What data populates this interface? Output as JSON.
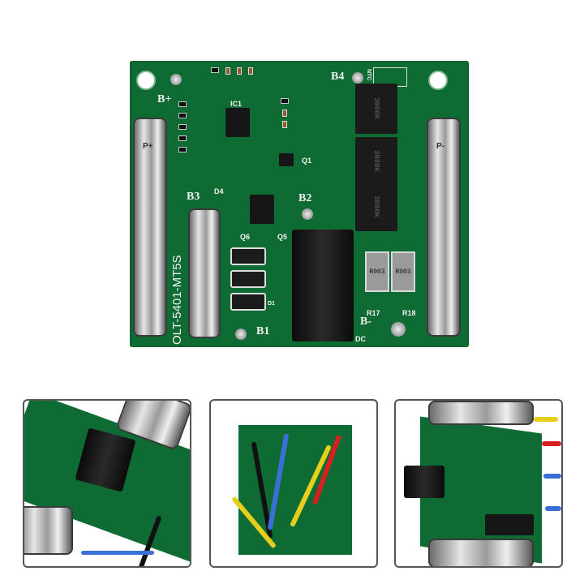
{
  "product_photo": {
    "board_model": "OLT-5401-MT5S",
    "labels": {
      "b_plus": "B+",
      "b_minus": "B-",
      "b1": "B1",
      "b2": "B2",
      "b3": "B3",
      "b4": "B4",
      "dc": "DC",
      "ntc": "NTC",
      "p_plus": "P+",
      "p_minus": "P-",
      "ic1": "IC1",
      "q1": "Q1",
      "d1": "D1",
      "d4": "D4",
      "q5": "Q5",
      "q6": "Q6",
      "r17": "R17",
      "r18": "R18"
    },
    "mosfet_marking": "3080K",
    "shunt_marking": "R003",
    "colors": {
      "pcb": "#0f6b34",
      "silkscreen": "#f1f1f1",
      "metal": "#c8c8c8"
    }
  },
  "thumbnails": [
    {
      "view": "angled-dc-jack"
    },
    {
      "view": "back-with-wires"
    },
    {
      "view": "side-with-wires"
    }
  ]
}
